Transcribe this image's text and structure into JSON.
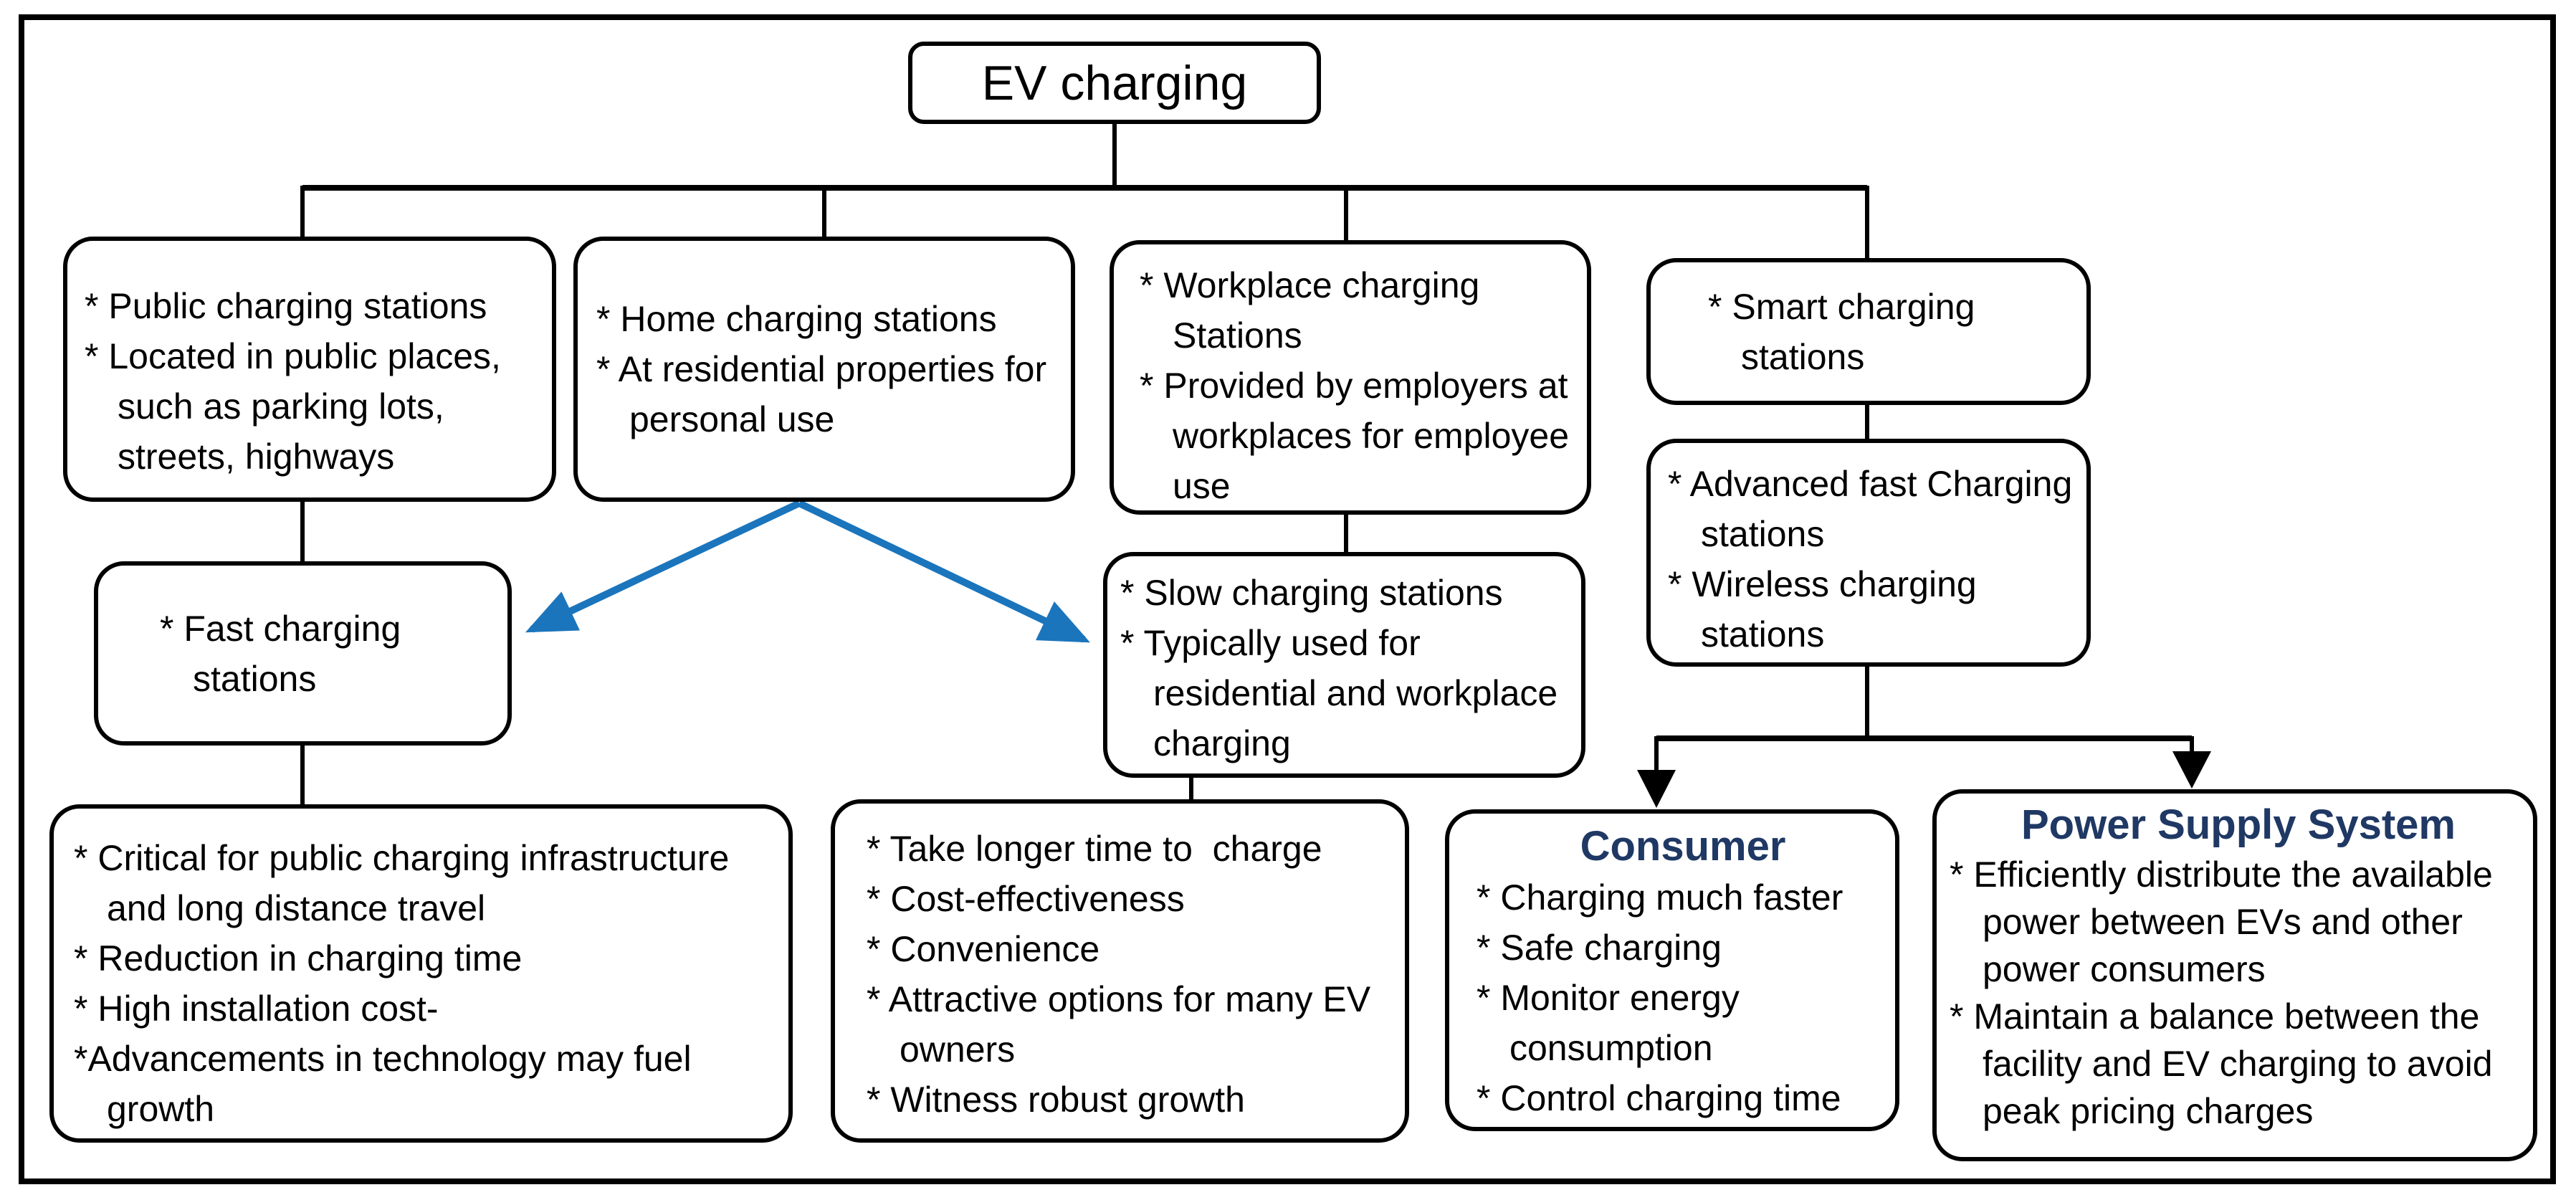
{
  "title": {
    "label": "EV charging"
  },
  "colors": {
    "accent_blue": "#1b75bc",
    "heading_navy": "#1f3864",
    "line": "#000000",
    "border": "#000000",
    "background": "#ffffff",
    "box_bg": "#ffffff"
  },
  "boxes": {
    "public": {
      "bullets": [
        "* Public charging stations",
        "* Located in public places, such as parking lots, streets, highways"
      ]
    },
    "home": {
      "bullets": [
        "* Home charging stations",
        "* At residential properties for personal use"
      ]
    },
    "workplace": {
      "bullets": [
        "* Workplace charging Stations",
        "* Provided by employers at workplaces for employee use"
      ]
    },
    "smart": {
      "bullets": [
        "* Smart charging stations"
      ]
    },
    "fast": {
      "bullets": [
        "* Fast charging stations"
      ]
    },
    "slow": {
      "bullets": [
        "* Slow charging stations",
        "* Typically used for residential and workplace charging"
      ]
    },
    "advanced": {
      "bullets": [
        "* Advanced fast Charging stations",
        "* Wireless charging stations"
      ]
    },
    "fast_details": {
      "bullets": [
        "* Critical for public charging infrastructure and long distance travel",
        "* Reduction in charging time",
        "* High installation cost-",
        "*Advancements in technology may fuel growth"
      ]
    },
    "slow_details": {
      "bullets": [
        "* Take longer time to  charge",
        "* Cost-effectiveness",
        "* Convenience",
        "* Attractive options for many EV  owners",
        "* Witness robust growth"
      ]
    },
    "consumer": {
      "title": "Consumer",
      "bullets": [
        "* Charging much faster",
        "* Safe charging",
        "* Monitor energy consumption",
        "* Control charging time"
      ]
    },
    "power_supply": {
      "title": "Power Supply System",
      "bullets": [
        "* Efficiently distribute the available power between EVs and other power consumers",
        "* Maintain a balance between the facility and EV charging to avoid peak pricing charges"
      ]
    }
  }
}
